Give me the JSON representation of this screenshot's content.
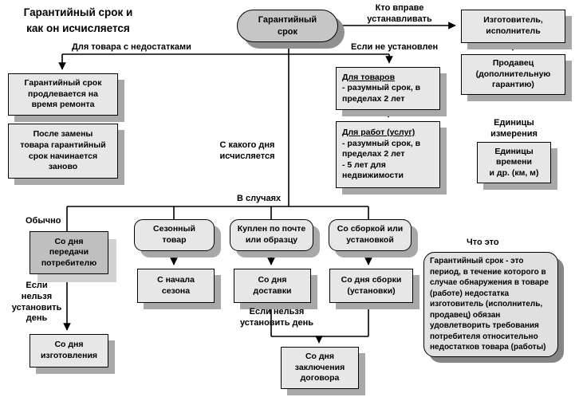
{
  "title": "Гарантийный срок и\nкак он исчисляется",
  "colors": {
    "box_fill": "#e7e7e7",
    "dark_box_fill": "#bfbfbf",
    "ellipse_fill": "#c6c6c6",
    "box_shadow": "#a8a8a8",
    "dark_box_shadow": "#d2d2d2",
    "line": "#000000",
    "background": "#ffffff"
  },
  "edge_labels": {
    "who_sets": "Кто вправе\nустанавливать",
    "for_defective_goods": "Для товара с недостатками",
    "if_not_set": "Если не установлен",
    "from_which_day": "С какого дня\nисчисляется",
    "in_cases": "В случаях",
    "usually": "Обычно",
    "if_cant_determine_left": "Если\nнельзя\nустановить\nдень",
    "if_cant_determine_bottom": "Если нельзя\nустановить день",
    "units_title": "Единицы\nизмерения",
    "what_is": "Что это"
  },
  "nodes": {
    "root": {
      "label": "Гарантийный\nсрок"
    },
    "maker": {
      "label": "Изготовитель,\nисполнитель"
    },
    "seller": {
      "label": "Продавец\n(дополнительную\nгарантию)"
    },
    "units": {
      "label": "Единицы\nвремени\nи др. (км, м)"
    },
    "extend": {
      "label": "Гарантийный срок\nпродлевается на\nвремя ремонта"
    },
    "restart": {
      "label": "После замены\nтовара гарантийный\nсрок  начинается\nзаново"
    },
    "goods": {
      "heading": "Для товаров",
      "body": "- разумный срок,  в\nпределах 2 лет"
    },
    "works": {
      "heading": "Для работ (услуг)",
      "body": "- разумный срок,  в\nпределах 2 лет\n-  5 лет для\nнедвижимости"
    },
    "transfer": {
      "label": "Со дня\nпередачи\nпотребителю"
    },
    "manufacture": {
      "label": "Со дня\nизготовления"
    },
    "seasonal": {
      "label": "Сезонный\nтовар"
    },
    "season_start": {
      "label": "С начала\nсезона"
    },
    "mail": {
      "label": "Куплен по почте\nили образцу"
    },
    "delivery": {
      "label": "Со дня\nдоставки"
    },
    "assembly": {
      "label": "Со сборкой или\nустановкой"
    },
    "assembly_day": {
      "label": "Со дня  сборки\n(установки)"
    },
    "contract": {
      "label": "Со дня\nзаключения\nдоговора"
    },
    "definition": {
      "label": "Гарантийный срок - это период, в течение которого в случае обнаружения в товаре (работе) недостатка изготовитель (исполнитель, продавец) обязан удовлетворить требования потребителя относительно недостатков товара (работы)"
    }
  }
}
